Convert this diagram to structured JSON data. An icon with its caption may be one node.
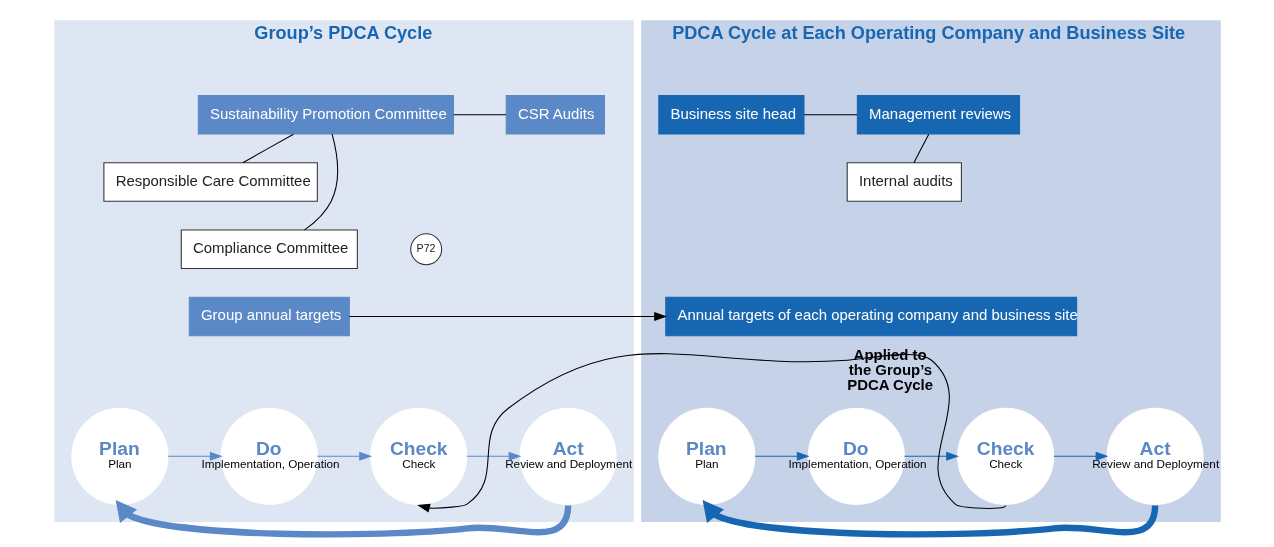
{
  "diagram": {
    "nodes": [
      {
        "text": [
          "Group’s PDCA Cycle"
        ]
      },
      {
        "text": [
          "Sustainability Promotion Committee"
        ],
        "in": 0
      },
      {
        "text": [
          "CSR Audits"
        ],
        "in": 0
      },
      {
        "text": [
          "Responsible Care Committee"
        ],
        "in": 0
      },
      {
        "text": [
          "Compliance Committee"
        ],
        "in": 0
      },
      {
        "text": [
          "P72"
        ],
        "in": 0
      },
      {
        "text": [
          "Group annual targets"
        ],
        "in": 0
      },
      {
        "text": [
          "Plan",
          "Plan"
        ],
        "in": 0
      },
      {
        "text": [
          "Do",
          "Implementation, Operation"
        ],
        "in": 0
      },
      {
        "text": [
          "Check",
          "Check"
        ],
        "in": 0
      },
      {
        "text": [
          "Act",
          "Review and Deployment"
        ],
        "in": 0
      },
      {
        "text": [
          "PDCA Cycle at Each Operating Company and Business Site"
        ]
      },
      {
        "text": [
          "Business site head"
        ],
        "in": 11
      },
      {
        "text": [
          "Management reviews"
        ],
        "in": 11
      },
      {
        "text": [
          "Internal audits"
        ],
        "in": 11
      },
      {
        "text": [
          "Annual targets of each operating company and business site"
        ],
        "in": 11
      },
      {
        "text": [
          "Plan",
          "Plan"
        ],
        "in": 11
      },
      {
        "text": [
          "Do",
          "Implementation, Operation"
        ],
        "in": 11
      },
      {
        "text": [
          "Check",
          "Check"
        ],
        "in": 11
      },
      {
        "text": [
          "Act",
          "Review and Deployment"
        ],
        "in": 11
      }
    ],
    "edges": [
      {
        "from": 1,
        "to": 2,
        "arrow": "none"
      },
      {
        "from": 1,
        "to": 3,
        "arrow": "none"
      },
      {
        "from": 1,
        "to": 4,
        "arrow": "none"
      },
      {
        "from": 6,
        "to": 15,
        "arrow": "to"
      },
      {
        "from": 7,
        "to": 8,
        "arrow": "to",
        "color": "#5b88c6"
      },
      {
        "from": 8,
        "to": 9,
        "arrow": "to",
        "color": "#5b88c6"
      },
      {
        "from": 9,
        "to": 10,
        "arrow": "to",
        "color": "#5b88c6"
      },
      {
        "from": 10,
        "to": 7,
        "arrow": "to",
        "style": "thick",
        "color": "#5b88c6"
      },
      {
        "from": 12,
        "to": 13,
        "arrow": "none"
      },
      {
        "from": 13,
        "to": 14,
        "arrow": "none"
      },
      {
        "from": 16,
        "to": 17,
        "arrow": "to",
        "color": "#1766b2"
      },
      {
        "from": 17,
        "to": 18,
        "arrow": "to",
        "color": "#1766b2"
      },
      {
        "from": 18,
        "to": 19,
        "arrow": "to",
        "color": "#1766b2"
      },
      {
        "from": 19,
        "to": 16,
        "arrow": "to",
        "style": "thick",
        "color": "#1766b2"
      },
      {
        "from": 18,
        "to": 9,
        "arrow": "to",
        "label": "Applied to the Group’s PDCA Cycle"
      }
    ]
  }
}
